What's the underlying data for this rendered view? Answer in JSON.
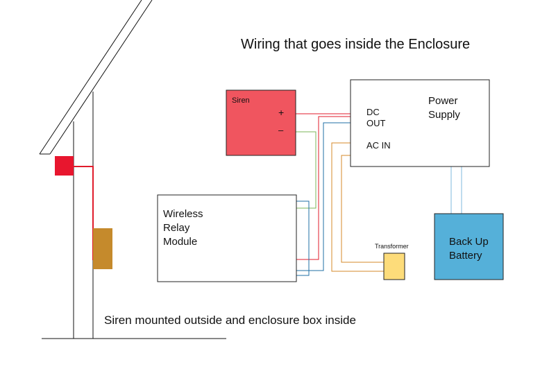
{
  "title": "Wiring that goes inside the Enclosure",
  "caption": "Siren mounted outside and enclosure box inside",
  "siren": {
    "name": "Siren",
    "plus": "+",
    "minus": "–",
    "color": "#f0555f"
  },
  "power_supply": {
    "line1": "Power",
    "line2": "Supply",
    "dc1": "DC",
    "dc2": "OUT",
    "ac": "AC IN"
  },
  "relay": {
    "line1": "Wireless",
    "line2": "Relay",
    "line3": "Module"
  },
  "transformer": {
    "label": "Transformer",
    "color": "#fddc7a"
  },
  "battery": {
    "line1": "Back Up",
    "line2": "Battery",
    "color": "#55b0d9"
  },
  "outside": {
    "siren_color": "#e8162e",
    "box_color": "#c58a2c"
  },
  "wires": {
    "red": "#e01b2b",
    "blue": "#1f6fa5",
    "green": "#7bb55a",
    "orange": "#d48a2a",
    "lightblue": "#7fb8dc"
  }
}
